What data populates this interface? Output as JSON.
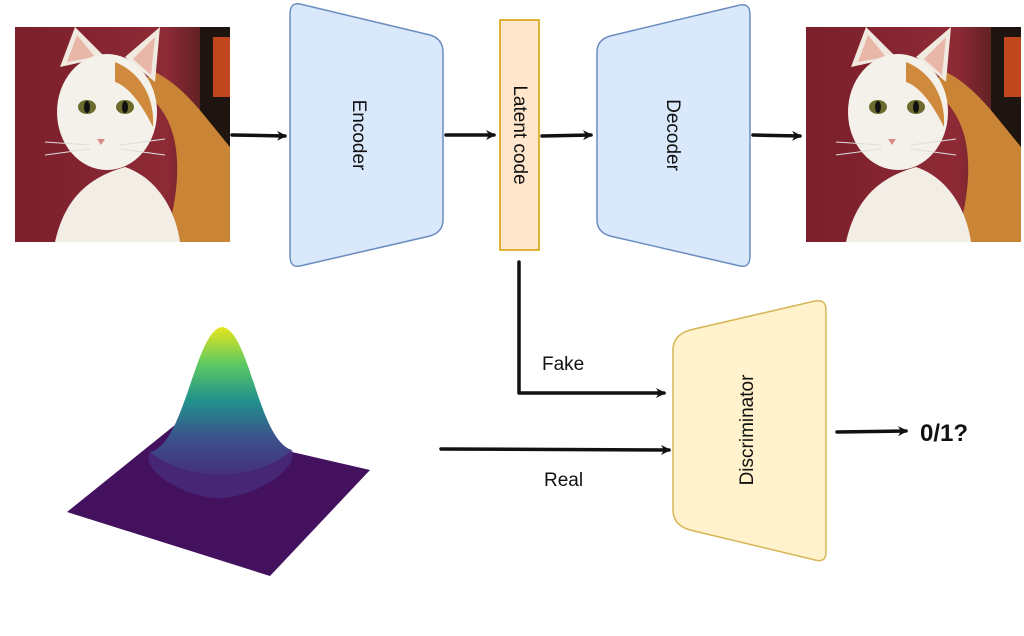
{
  "blocks": {
    "encoder": "Encoder",
    "latent": "Latent code",
    "decoder": "Decoder",
    "discriminator": "Discriminator"
  },
  "edges": {
    "fake": "Fake",
    "real": "Real"
  },
  "output": "0/1?",
  "images": {
    "input": "cat-painting",
    "reconstruction": "cat-painting",
    "prior": "gaussian-surface"
  },
  "colors": {
    "encoder_fill": "#dae8fc",
    "encoder_stroke": "#6c8ebf",
    "latent_fill": "#ffe6cc",
    "latent_stroke": "#d79b00",
    "discriminator_fill": "#fff2cc",
    "discriminator_stroke": "#d6b656"
  }
}
